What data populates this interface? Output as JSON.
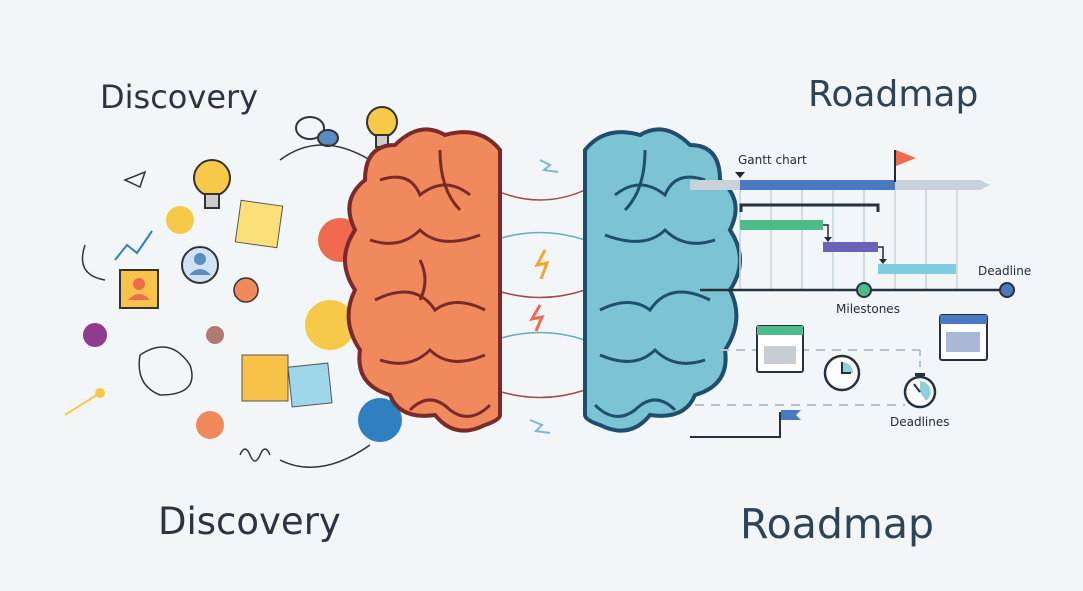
{
  "titles": {
    "discovery_top": "Discovery",
    "roadmap_top": "Roadmap",
    "discovery_bottom": "Discovery",
    "roadmap_bottom": "Roadmap"
  },
  "roadmap_labels": {
    "gantt": "Gantt chart",
    "deadline": "Deadline",
    "milestones": "Milestones",
    "deadlines": "Deadlines"
  },
  "colors": {
    "background": "#f3f6f8",
    "left_brain": "#f08a5d",
    "right_brain": "#7cc3d3",
    "gantt_blue": "#4a78c2",
    "gantt_green": "#4dbb8a",
    "gantt_purple": "#6a63b8",
    "gantt_light": "#7fcde0",
    "flag": "#ef6a4f"
  }
}
